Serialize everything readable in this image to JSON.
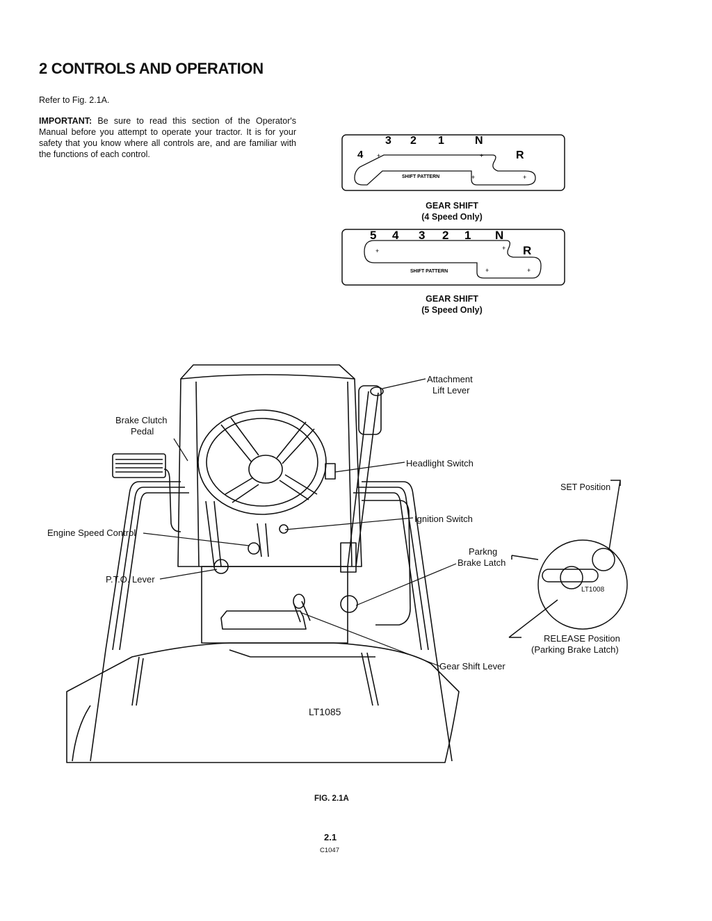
{
  "header": {
    "title": "2 CONTROLS AND OPERATION"
  },
  "intro": {
    "refer": "Refer to Fig. 2.1A.",
    "important_label": "IMPORTANT:",
    "important_text": " Be sure to read this section of the Operator's Manual before you attempt to operate your tractor. It is for your safety that you know where all controls are, and are familiar with the functions of each control."
  },
  "gear4": {
    "numbers": [
      "3",
      "2",
      "1"
    ],
    "first": "4",
    "neutral": "N",
    "reverse": "R",
    "pattern_label": "SHIFT PATTERN",
    "caption_line1": "GEAR SHIFT",
    "caption_line2": "(4 Speed Only)"
  },
  "gear5": {
    "numbers": [
      "5",
      "4",
      "3",
      "2",
      "1"
    ],
    "neutral": "N",
    "reverse": "R",
    "pattern_label": "SHIFT PATTERN",
    "caption_line1": "GEAR SHIFT",
    "caption_line2": "(5 Speed Only)"
  },
  "labels": {
    "attachment_lift_1": "Attachment",
    "attachment_lift_2": "Lift Lever",
    "brake_clutch_1": "Brake Clutch",
    "brake_clutch_2": "Pedal",
    "headlight": "Headlight Switch",
    "ignition": "Ignition Switch",
    "engine_speed": "Engine Speed Control",
    "parking_1": "Parkng",
    "parking_2": "Brake Latch",
    "pto": "P.T.O. Lever",
    "gear_shift_lever": "Gear Shift Lever",
    "set_position": "SET Position",
    "release_1": "RELEASE Position",
    "release_2": "(Parking Brake Latch)",
    "lt1008": "LT1008",
    "lt1085": "LT1085"
  },
  "footer": {
    "figure": "FIG. 2.1A",
    "page_number": "2.1",
    "code": "C1047"
  }
}
